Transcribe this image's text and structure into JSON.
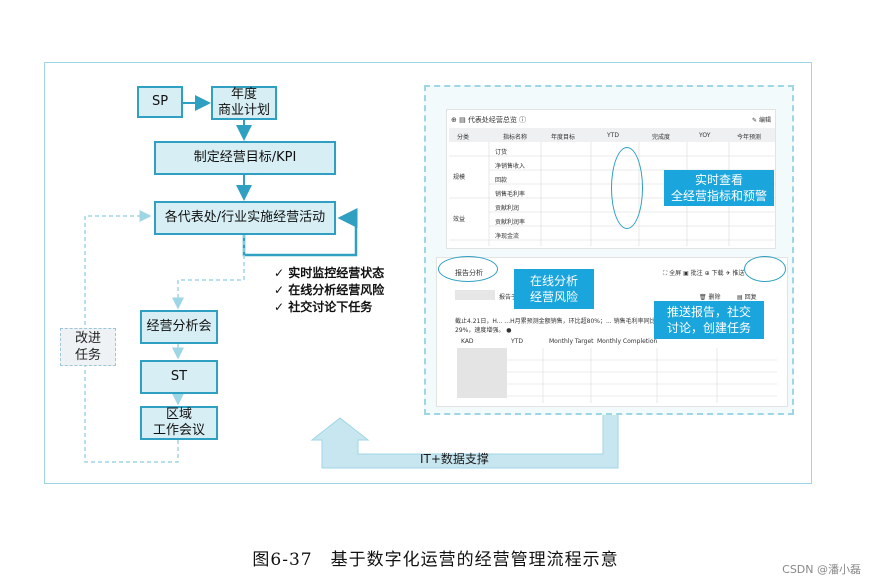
{
  "flowchart": {
    "sp": "SP",
    "annual_plan": [
      "年度",
      "商业计划"
    ],
    "set_goals": "制定经营目标/KPI",
    "activities": "各代表处/行业实施经营活动",
    "checks": [
      "✓ 实时监控经营状态",
      "✓ 在线分析经营风险",
      "✓ 社交讨论下任务"
    ],
    "analysis_meeting": "经营分析会",
    "st": "ST",
    "regional_meeting": [
      "区域",
      "工作会议"
    ],
    "improve": [
      "改进",
      "任务"
    ],
    "support": "IT+数据支撑"
  },
  "dashboard": {
    "title": "代表处经营总览",
    "edit": "编辑",
    "columns": [
      "分类",
      "指标名称",
      "年度目标",
      "YTD",
      "完成度",
      "YOY",
      "今年预测"
    ],
    "groups": [
      "规模",
      "效益"
    ],
    "rows": [
      "订货",
      "净销售收入",
      "回款",
      "销售毛利率",
      "贡献利润",
      "贡献利润率",
      "净现金流"
    ],
    "report_tab": "报告分析",
    "toolbar": [
      "全屏",
      "批注",
      "下载",
      "推送"
    ],
    "report_date": "报告于: 2",
    "delete": "删除",
    "reply": "回复",
    "report_text": [
      "截止4.21日，H... ...H月累预测金额销售，环比超80%；...  销售毛利率同比1.2%，降...",
      "29%，速度增强。 ●"
    ],
    "table_cols": [
      "KAD",
      "YTD",
      "Monthly Target",
      "Monthly Completion"
    ]
  },
  "callouts": {
    "realtime": [
      "实时查看",
      "全经营指标和预警"
    ],
    "online": [
      "在线分析",
      "经营风险"
    ],
    "push": [
      "推送报告，社交",
      "讨论，创建任务"
    ]
  },
  "caption": "图6-37　基于数字化运营的经营管理流程示意",
  "watermark": "CSDN @潘小磊",
  "colors": {
    "node_fill": "#d6eef4",
    "node_border": "#2f9fc2",
    "callout": "#1aa5dd",
    "arrow": "#c8e6f0"
  }
}
